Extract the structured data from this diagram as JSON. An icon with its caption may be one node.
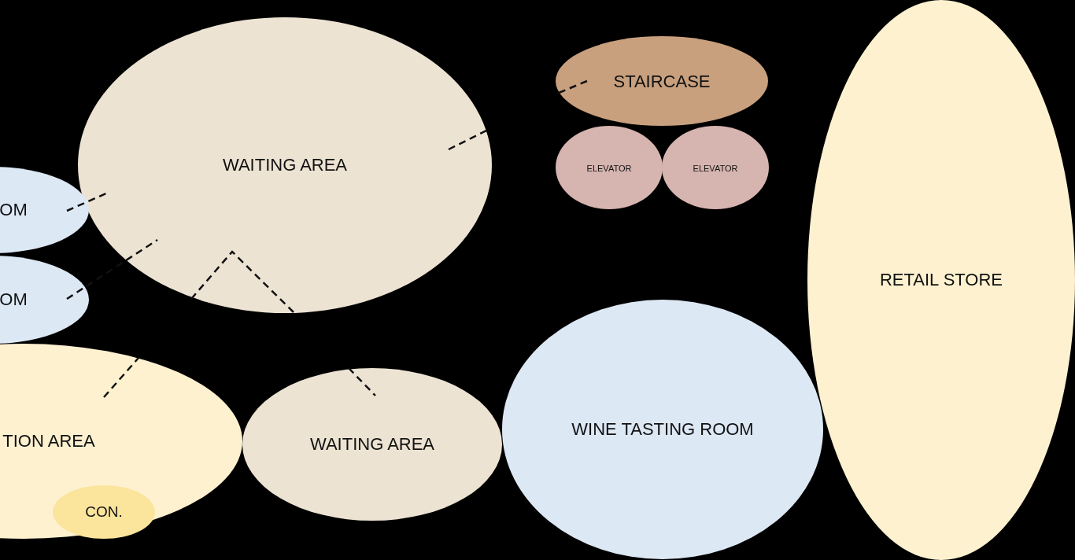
{
  "diagram": {
    "nodes": [
      {
        "text": [
          "WAITING AREA"
        ]
      },
      {
        "text": [
          "OM"
        ]
      },
      {
        "text": [
          "OM"
        ]
      },
      {
        "text": [
          "TION AREA"
        ]
      },
      {
        "text": [
          "CON."
        ],
        "in": 3
      },
      {
        "text": [
          "WAITING AREA"
        ]
      },
      {
        "text": [
          "STAIRCASE"
        ]
      },
      {
        "text": [
          "ELEVATOR"
        ]
      },
      {
        "text": [
          "ELEVATOR"
        ]
      },
      {
        "text": [
          "WINE TASTING ROOM"
        ]
      },
      {
        "text": [
          "RETAIL STORE"
        ]
      }
    ],
    "edges": [
      {
        "from": 1,
        "to": 0,
        "arrow": "none",
        "style": "dashed"
      },
      {
        "from": 2,
        "to": 0,
        "arrow": "none",
        "style": "dashed"
      }
    ]
  }
}
